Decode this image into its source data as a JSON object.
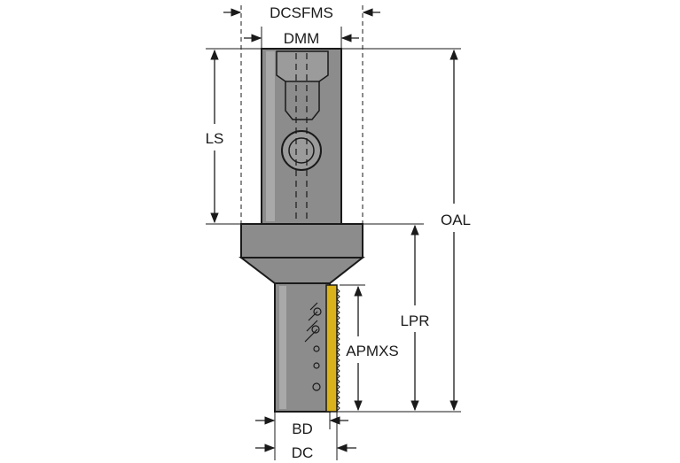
{
  "labels": {
    "dcsfms": "DCSFMS",
    "dmm": "DMM",
    "ls": "LS",
    "oal": "OAL",
    "lpr": "LPR",
    "apmxs": "APMXS",
    "bd": "BD",
    "dc": "DC"
  },
  "colors": {
    "body_gray": "#8c8c8c",
    "body_light": "#a9a9a9",
    "outline": "#1a1a1a",
    "insert_yellow": "#d9b21c",
    "dimension_line": "#1a1a1a"
  }
}
